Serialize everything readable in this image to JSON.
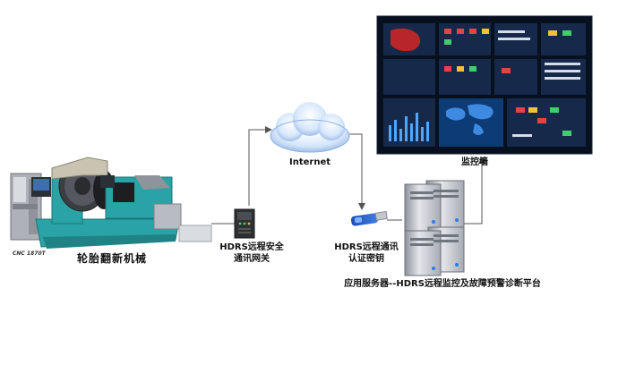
{
  "labels": {
    "machine": "轮胎翻新机械",
    "machine_model": "CNC 1870T",
    "gateway_line1": "HDRS远程安全",
    "gateway_line2": "通讯网关",
    "internet": "Internet",
    "key_line1": "HDRS远程通讯",
    "key_line2": "认证密钥",
    "server": "应用服务器--HDRS远程监控及故障预警诊断平台",
    "monitor_wall": "监控墙"
  },
  "colors": {
    "connector": "#555555",
    "machine_teal": "#2aa3a6",
    "screen_bg": "#0b1a33",
    "server_silver": "#c9ccd3",
    "cloud_blue": "#bcd6f5"
  }
}
